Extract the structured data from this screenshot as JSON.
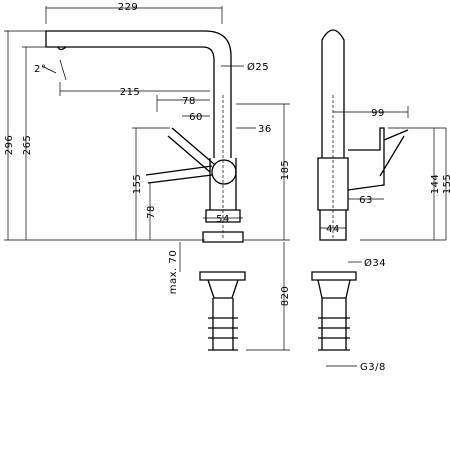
{
  "drawing": {
    "front": {
      "width_229": "229",
      "outlet_angle": "2°",
      "reach_215": "215",
      "lever_78": "78",
      "lever_60": "60",
      "body_36": "36",
      "spout_diameter": "Ø25",
      "height_296": "296",
      "height_265": "265",
      "height_185": "185",
      "lever_155": "155",
      "lever_78_v": "78",
      "base_54": "54",
      "max_70": "max. 70",
      "shank_820": "820"
    },
    "side": {
      "lever_99": "99",
      "body_63": "63",
      "height_144": "144",
      "height_155": "155",
      "base_44": "44",
      "base_diameter": "Ø34",
      "thread": "G3/8"
    }
  }
}
